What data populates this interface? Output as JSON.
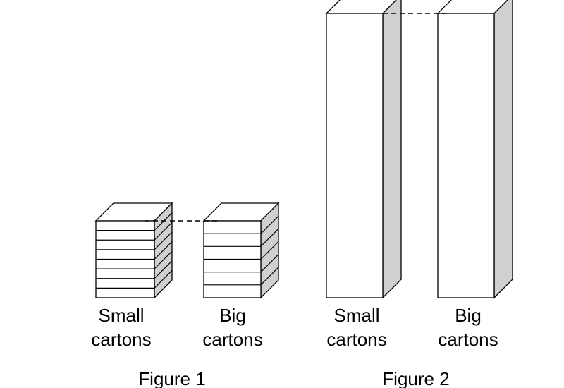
{
  "figure1": {
    "caption": "Figure 1",
    "stacks": [
      {
        "line1": "Small",
        "line2": "cartons",
        "cartons": 8
      },
      {
        "line1": "Big",
        "line2": "cartons",
        "cartons": 6
      }
    ]
  },
  "figure2": {
    "caption": "Figure 2",
    "stacks": [
      {
        "line1": "Small",
        "line2": "cartons"
      },
      {
        "line1": "Big",
        "line2": "cartons"
      }
    ]
  },
  "colors": {
    "stroke": "#000000",
    "side_face": "#d0d0d0",
    "front_face": "#ffffff"
  }
}
